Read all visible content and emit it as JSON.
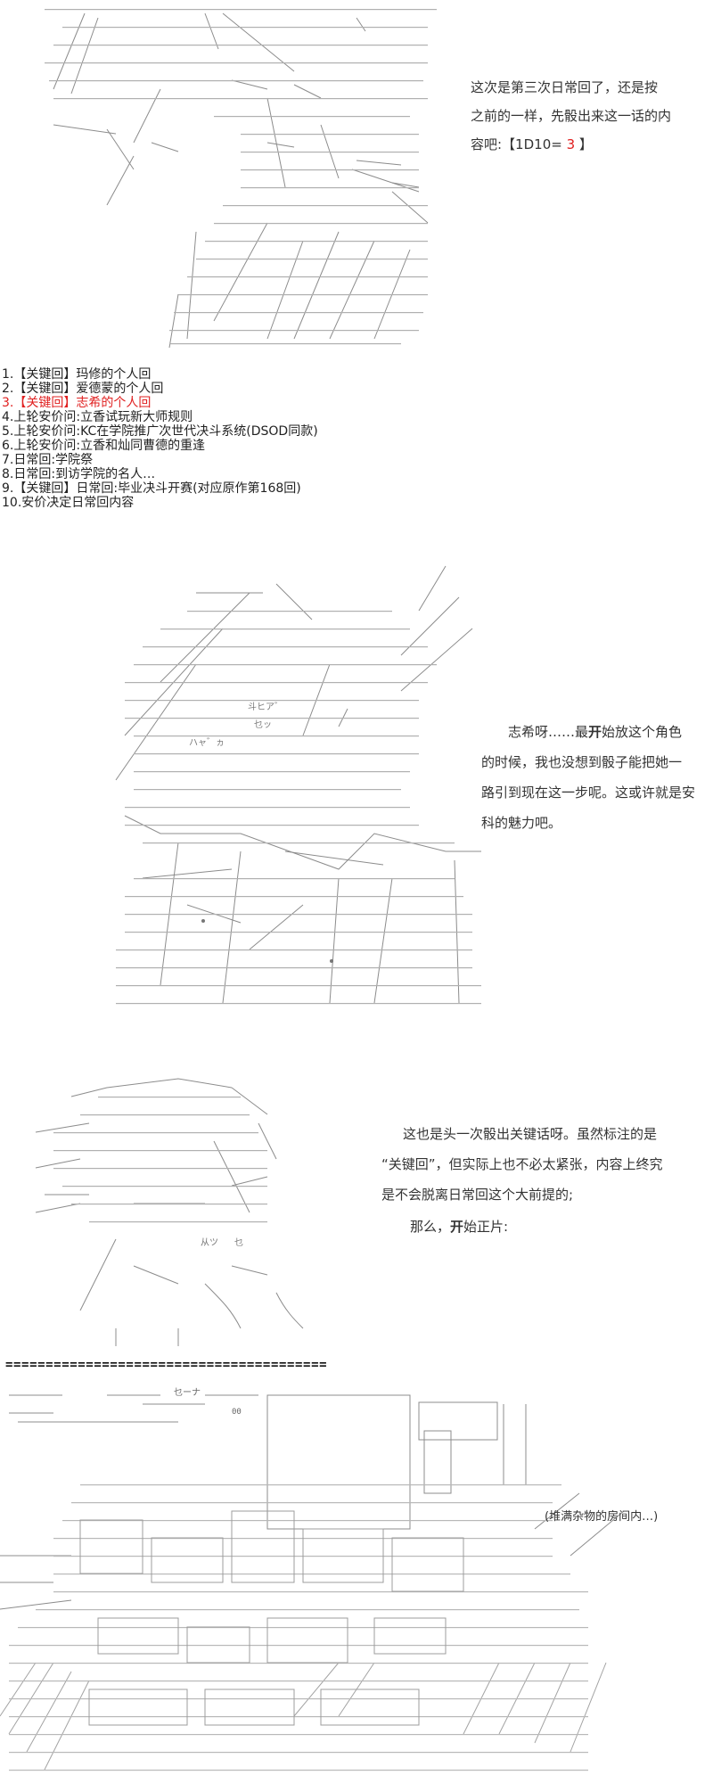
{
  "intro": {
    "line1": "这次是第三次日常回了，还是按",
    "line2": "之前的一样，先骰出来这一话的内",
    "line3_prefix": "容吧:【1D10= ",
    "roll_value": "3",
    "line3_suffix": " 】"
  },
  "options": [
    {
      "text": "1.【关键回】玛修的个人回",
      "selected": false
    },
    {
      "text": "2.【关键回】爱德蒙的个人回",
      "selected": false
    },
    {
      "text": "3.【关键回】志希的个人回",
      "selected": true
    },
    {
      "text": "4.上轮安价问:立香试玩新大师规则",
      "selected": false
    },
    {
      "text": "5.上轮安价问:KC在学院推广次世代决斗系统(DSOD同款)",
      "selected": false
    },
    {
      "text": "6.上轮安价问:立香和灿同曹德的重逢",
      "selected": false
    },
    {
      "text": "7.日常回:学院祭",
      "selected": false
    },
    {
      "text": "8.日常回:到访学院的名人…",
      "selected": false
    },
    {
      "text": "9.【关键回】日常回:毕业决斗开赛(对应原作第168回)",
      "selected": false
    },
    {
      "text": "10.安价决定日常回内容",
      "selected": false
    }
  ],
  "shiki_note": {
    "line1_a": "志希呀……最",
    "line1_bold": "开",
    "line1_b": "始放这个角色",
    "line2": "的时候，我也没想到骰子能把她一",
    "line3": "路引到现在这一步呢。这或许就是安",
    "line4": "科的魅力吧。"
  },
  "key_note": {
    "line1": "这也是头一次骰出关键话呀。虽然标注的是",
    "line2": "“关键回”，但实际上也不必太紧张，内容上终究",
    "line3": "是不会脱离日常回这个大前提的;",
    "line4_a": "那么，",
    "line4_bold": "开",
    "line4_b": "始正片:"
  },
  "divider": "========================================",
  "room_caption": "(堆满杂物的房间内…)",
  "aa_text": {
    "shiki_face_1": "斗ヒア゛",
    "shiki_face_2": "乜ッ",
    "shiki_face_3": "ハャ゛ヵ",
    "boy_face": "从ツ   乜",
    "room_sign_1": "乜ーナ",
    "room_sign_2": "00"
  }
}
